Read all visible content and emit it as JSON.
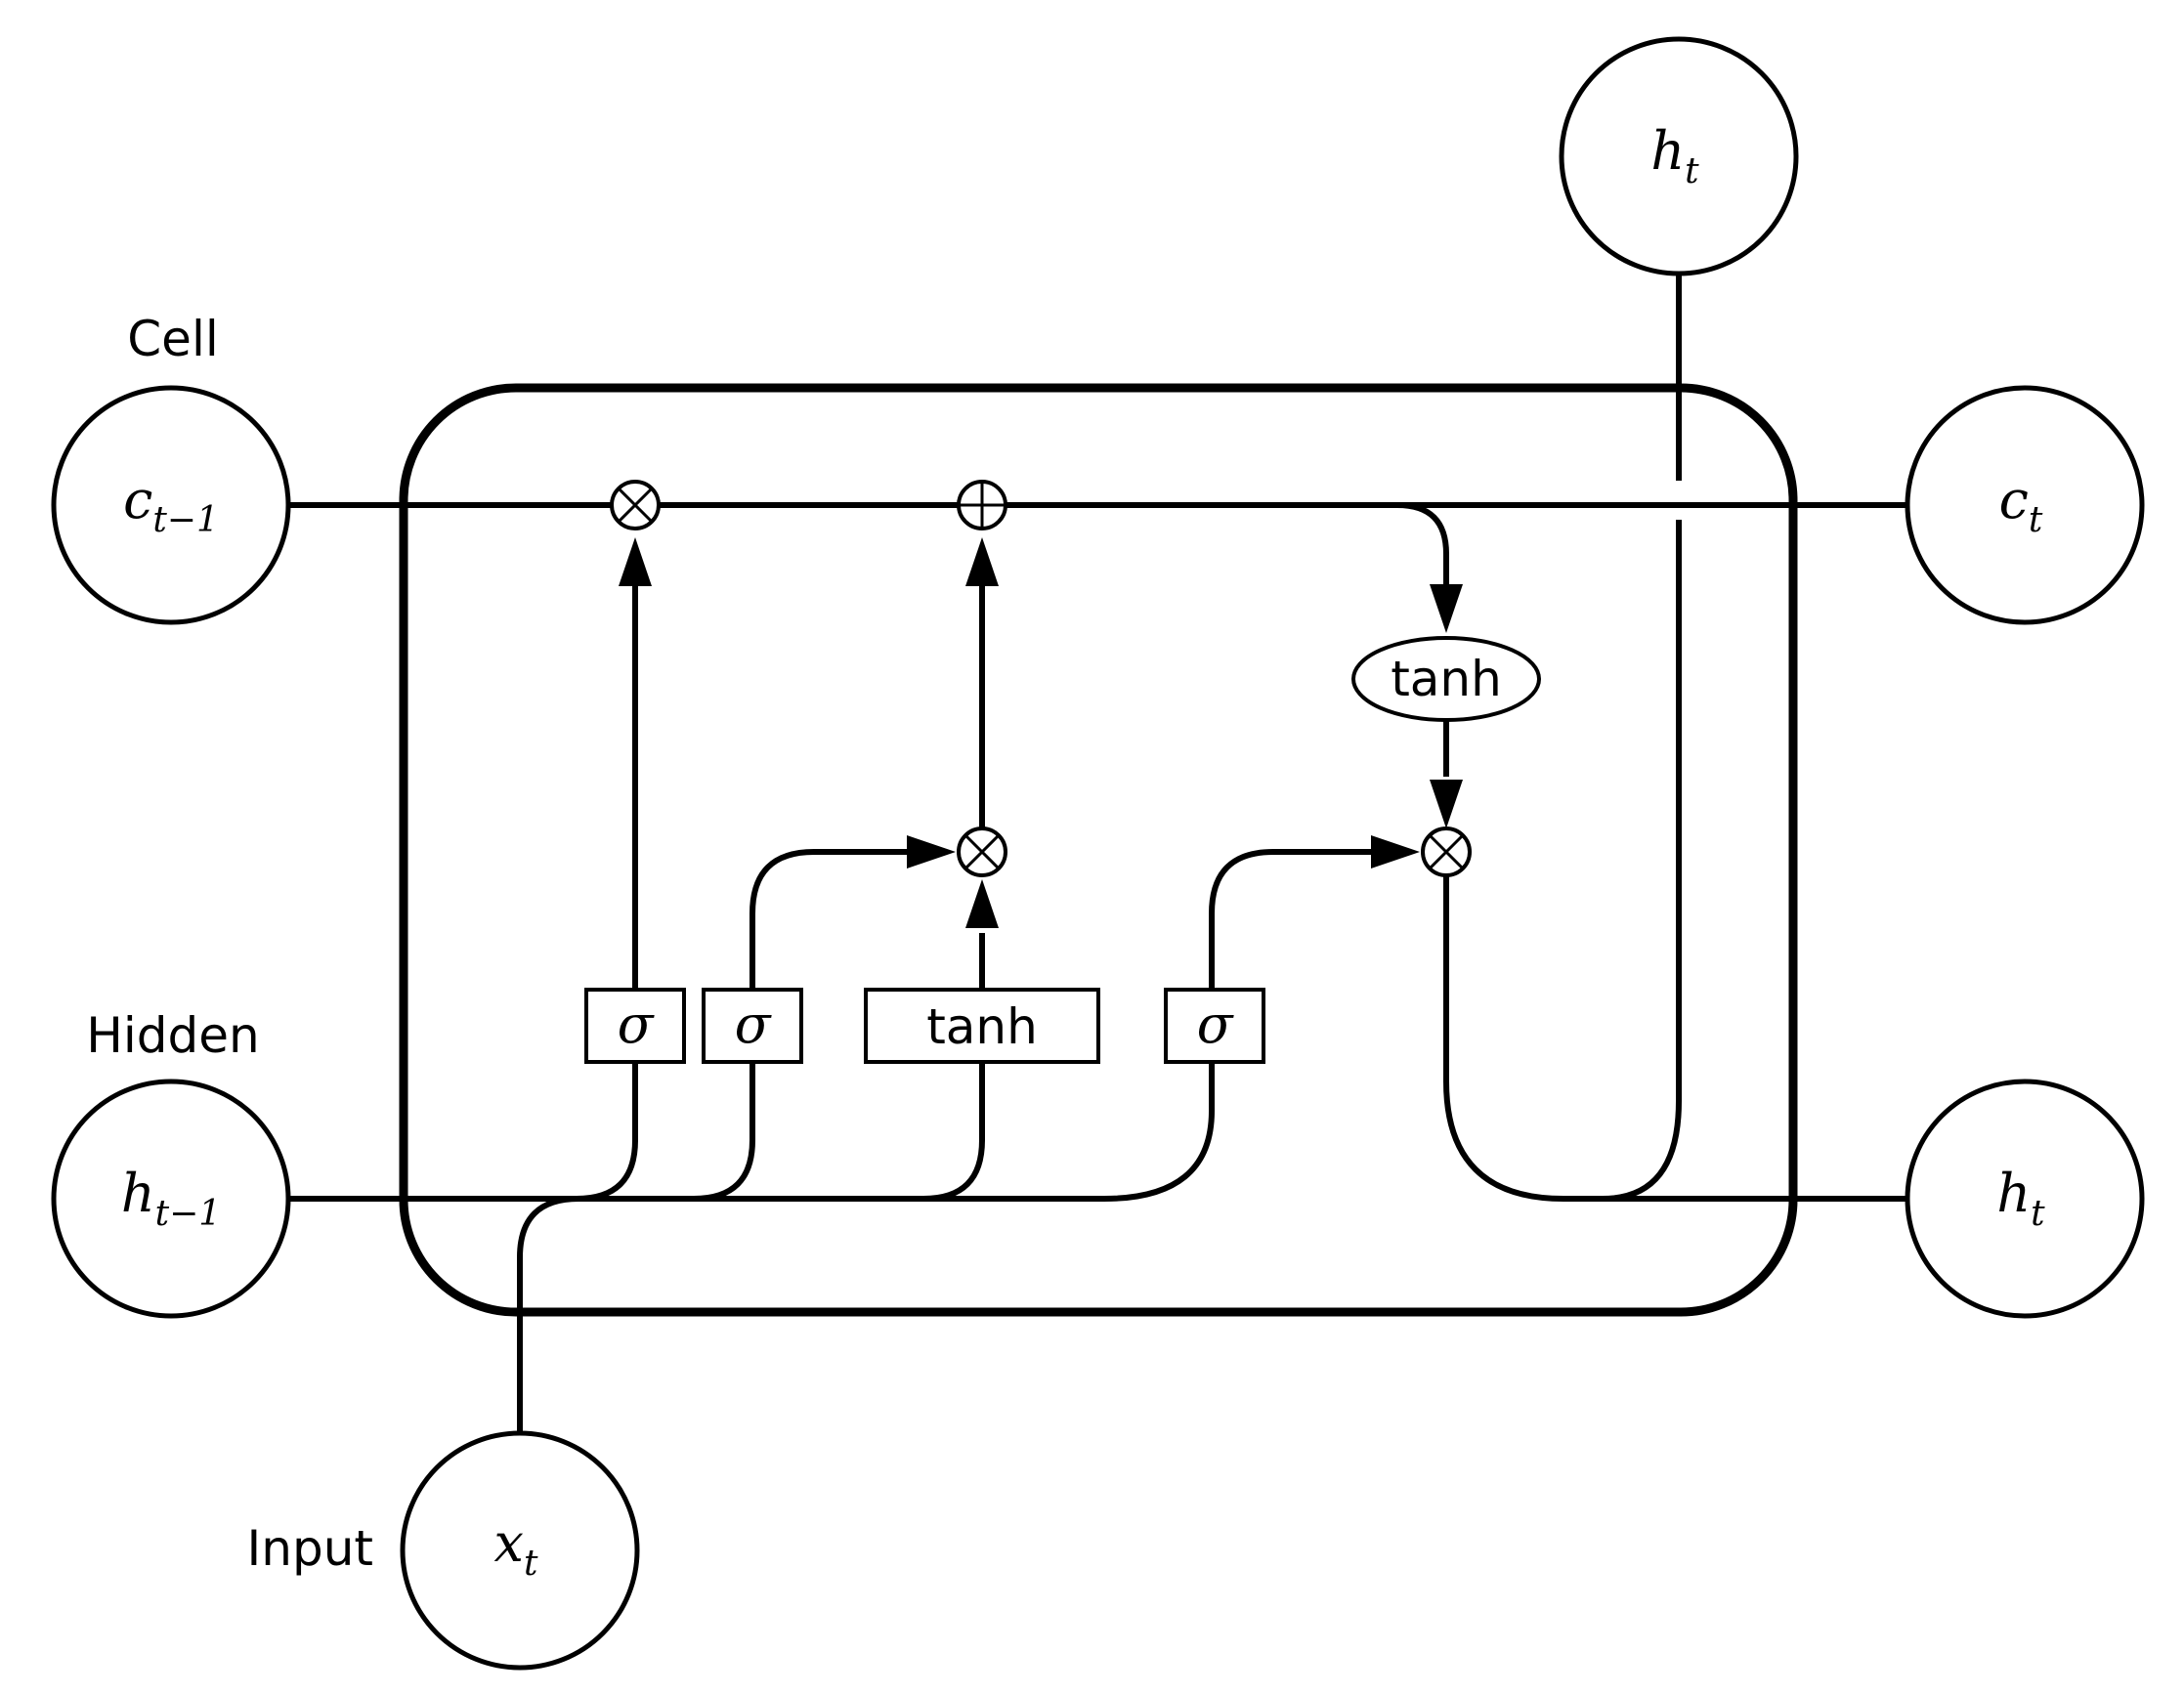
{
  "labels": {
    "cell": "Cell",
    "hidden": "Hidden",
    "input": "Input"
  },
  "nodes": {
    "c_prev": {
      "base": "c",
      "sub": "t−1"
    },
    "h_prev": {
      "base": "h",
      "sub": "t−1"
    },
    "x_t": {
      "base": "x",
      "sub": "t"
    },
    "c_t": {
      "base": "c",
      "sub": "t"
    },
    "h_t_right": {
      "base": "h",
      "sub": "t"
    },
    "h_t_top": {
      "base": "h",
      "sub": "t"
    }
  },
  "gates": {
    "forget_sigma": "σ",
    "input_sigma": "σ",
    "candidate_tanh": "tanh",
    "output_sigma": "σ",
    "cell_tanh": "tanh"
  },
  "ops": {
    "forget_mult": "multiply-op",
    "cell_add": "add-op",
    "input_mult": "multiply-op",
    "output_mult": "multiply-op"
  }
}
